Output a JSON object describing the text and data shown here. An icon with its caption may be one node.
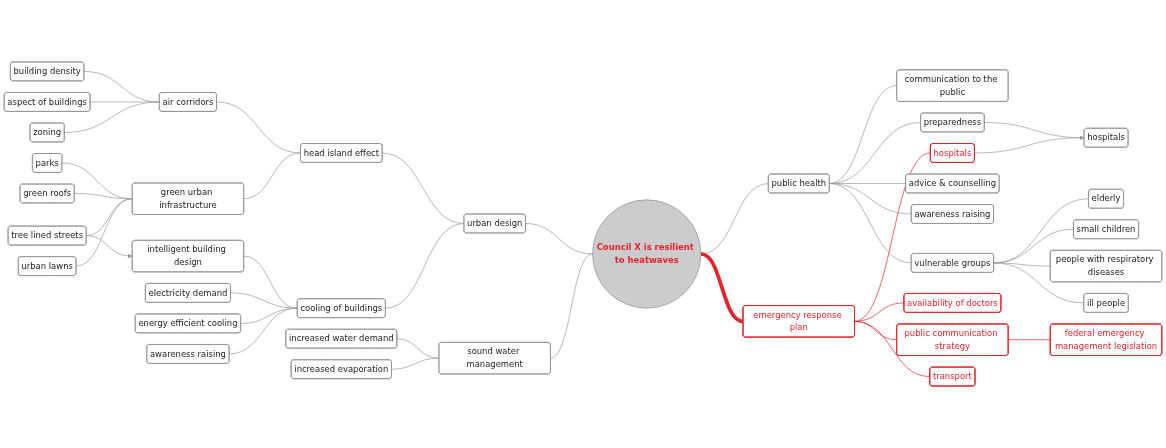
{
  "diagram": {
    "nodes": [
      {
        "text": [
          "Council X is resilient to heatwaves"
        ]
      },
      {
        "text": [
          "urban design"
        ]
      },
      {
        "text": [
          "head island effect"
        ]
      },
      {
        "text": [
          "air corridors"
        ]
      },
      {
        "text": [
          "building density"
        ]
      },
      {
        "text": [
          "aspect of buildings"
        ]
      },
      {
        "text": [
          "zoning"
        ]
      },
      {
        "text": [
          "green urban infrastructure"
        ]
      },
      {
        "text": [
          "parks"
        ]
      },
      {
        "text": [
          "green roofs"
        ]
      },
      {
        "text": [
          "tree lined streets"
        ]
      },
      {
        "text": [
          "urban lawns"
        ]
      },
      {
        "text": [
          "cooling of buildings"
        ]
      },
      {
        "text": [
          "intelligent building design"
        ]
      },
      {
        "text": [
          "electricity demand"
        ]
      },
      {
        "text": [
          "energy efficient cooling"
        ]
      },
      {
        "text": [
          "awareness raising"
        ]
      },
      {
        "text": [
          "sound water management"
        ]
      },
      {
        "text": [
          "increased water demand"
        ]
      },
      {
        "text": [
          "increased evaporation"
        ]
      },
      {
        "text": [
          "public health"
        ]
      },
      {
        "text": [
          "communication to the public"
        ]
      },
      {
        "text": [
          "preparedness"
        ]
      },
      {
        "text": [
          "hospitals"
        ]
      },
      {
        "text": [
          "vulnerable groups"
        ]
      },
      {
        "text": [
          "elderly"
        ]
      },
      {
        "text": [
          "small children"
        ]
      },
      {
        "text": [
          "people with respiratory diseases"
        ]
      },
      {
        "text": [
          "ill people"
        ]
      },
      {
        "text": [
          "advice & counselling"
        ]
      },
      {
        "text": [
          "awareness raising"
        ]
      },
      {
        "text": [
          "emergency response plan"
        ]
      },
      {
        "text": [
          "hospitals"
        ]
      },
      {
        "text": [
          "availability of doctors"
        ]
      },
      {
        "text": [
          "public communication strategy"
        ]
      },
      {
        "text": [
          "federal emergency management legislation"
        ]
      },
      {
        "text": [
          "transport"
        ]
      }
    ],
    "edges": [
      {
        "from": 1,
        "to": 0,
        "arrow": "none"
      },
      {
        "from": 2,
        "to": 1,
        "arrow": "none"
      },
      {
        "from": 3,
        "to": 2,
        "arrow": "none"
      },
      {
        "from": 4,
        "to": 3,
        "arrow": "none"
      },
      {
        "from": 5,
        "to": 3,
        "arrow": "none"
      },
      {
        "from": 6,
        "to": 3,
        "arrow": "none"
      },
      {
        "from": 7,
        "to": 2,
        "arrow": "none"
      },
      {
        "from": 8,
        "to": 7,
        "arrow": "none"
      },
      {
        "from": 9,
        "to": 7,
        "arrow": "none"
      },
      {
        "from": 10,
        "to": 7,
        "arrow": "none"
      },
      {
        "from": 11,
        "to": 7,
        "arrow": "none"
      },
      {
        "from": 12,
        "to": 1,
        "arrow": "none"
      },
      {
        "from": 13,
        "to": 12,
        "arrow": "none"
      },
      {
        "from": 14,
        "to": 12,
        "arrow": "none"
      },
      {
        "from": 15,
        "to": 12,
        "arrow": "none"
      },
      {
        "from": 16,
        "to": 12,
        "arrow": "none"
      },
      {
        "from": 10,
        "to": 13,
        "arrow": "to"
      },
      {
        "from": 17,
        "to": 0,
        "arrow": "none"
      },
      {
        "from": 18,
        "to": 17,
        "arrow": "none"
      },
      {
        "from": 19,
        "to": 17,
        "arrow": "none"
      },
      {
        "from": 0,
        "to": 20,
        "arrow": "none"
      },
      {
        "from": 20,
        "to": 21,
        "arrow": "none"
      },
      {
        "from": 20,
        "to": 22,
        "arrow": "none"
      },
      {
        "from": 22,
        "to": 23,
        "arrow": "none"
      },
      {
        "from": 20,
        "to": 24,
        "arrow": "none"
      },
      {
        "from": 24,
        "to": 25,
        "arrow": "none"
      },
      {
        "from": 24,
        "to": 26,
        "arrow": "none"
      },
      {
        "from": 24,
        "to": 27,
        "arrow": "none"
      },
      {
        "from": 24,
        "to": 28,
        "arrow": "none"
      },
      {
        "from": 20,
        "to": 29,
        "arrow": "none"
      },
      {
        "from": 20,
        "to": 30,
        "arrow": "none"
      },
      {
        "from": 0,
        "to": 31,
        "arrow": "none",
        "style": "thick",
        "color": "#e8202a"
      },
      {
        "from": 31,
        "to": 32,
        "arrow": "none",
        "color": "#e8202a"
      },
      {
        "from": 31,
        "to": 33,
        "arrow": "none",
        "color": "#e8202a"
      },
      {
        "from": 31,
        "to": 34,
        "arrow": "none",
        "color": "#e8202a"
      },
      {
        "from": 34,
        "to": 35,
        "arrow": "none",
        "color": "#e8202a"
      },
      {
        "from": 31,
        "to": 36,
        "arrow": "none",
        "color": "#e8202a"
      },
      {
        "from": 32,
        "to": 23,
        "arrow": "to"
      }
    ]
  }
}
